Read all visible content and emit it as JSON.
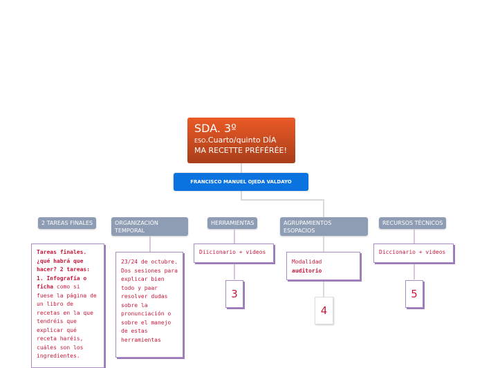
{
  "root": {
    "line1": "SDA. 3º",
    "line2_small": "ESO",
    "line2": ".Cuarto/quinto DÍA",
    "line3": "MA RECETTE PRÉFÉRÉE!"
  },
  "author": "FRANCISCO MANUEL OJEDA VALDAYO",
  "branches": [
    {
      "label": "2 TAREAS FINALES",
      "card_bold": "Tareas finales. ¿qué habrá que hacer? 2 tareas: 1. Infografía o ficha",
      "card_text": " como si fuese la página de un libro de recetas en la que tendréis que explicar qué receta haréis, cuáles son los ingredientes."
    },
    {
      "label": "ORGANIZACIÓN TEMPORAL",
      "card_text": "23/24 de octubre. Dos sesiones para explicar bien todo y paar resolver dudas sobre la pronunciación o sobre el manejo de estas herramientas"
    },
    {
      "label": "HERRAMIENTAS",
      "card_text": "Diicionario + videos",
      "number": "3"
    },
    {
      "label": "AGRUPAMIENTOS ESOPACIOS",
      "card_text": "Modalidad",
      "card_bold": "auditorio",
      "number": "4"
    },
    {
      "label": "RECURSOS TÉCNICOS",
      "card_text": "Diccionario + videos",
      "number": "5"
    }
  ],
  "colors": {
    "root": "#d9501f",
    "author": "#0a73e0",
    "category": "#8e9db4",
    "card_text": "#c8173a"
  }
}
